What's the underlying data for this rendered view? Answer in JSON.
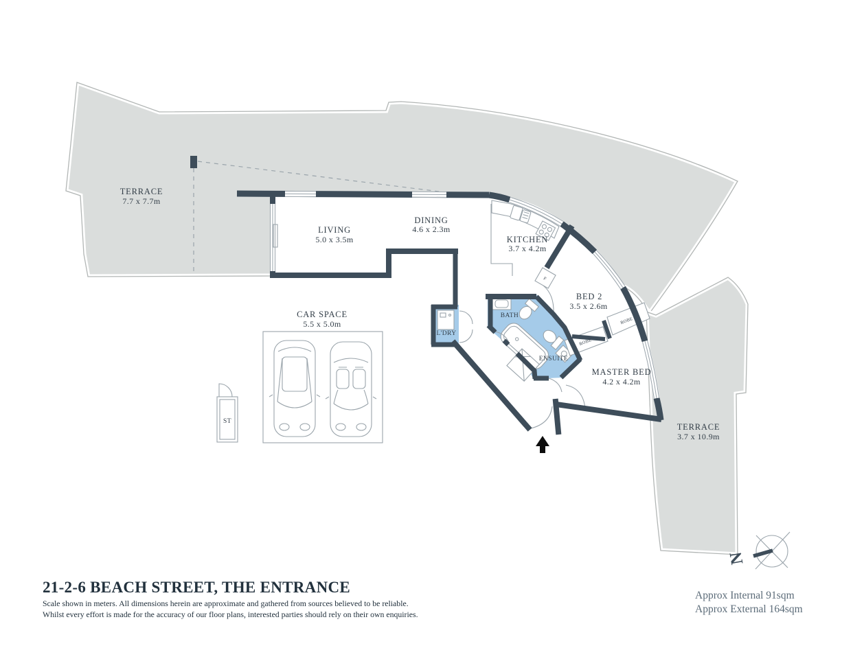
{
  "title": "21-2-6 BEACH STREET, THE ENTRANCE",
  "disclaimer": {
    "line1": "Scale shown in meters. All dimensions herein are approximate and gathered from sources believed to be  reliable.",
    "line2": "Whilst every effort is made for the accuracy of our floor plans, interested parties should rely on their own enquiries."
  },
  "areas": {
    "internal": "Approx Internal 91sqm",
    "external": "Approx External 164sqm"
  },
  "compass": {
    "north_label": "N"
  },
  "rooms": {
    "terrace_top": {
      "label": "TERRACE",
      "dims": "7.7 x 7.7m"
    },
    "living": {
      "label": "LIVING",
      "dims": "5.0 x 3.5m"
    },
    "dining": {
      "label": "DINING",
      "dims": "4.6 x 2.3m"
    },
    "kitchen": {
      "label": "KITCHEN",
      "dims": "3.7 x 4.2m"
    },
    "bed2": {
      "label": "BED 2",
      "dims": "3.5 x 2.6m"
    },
    "master_bed": {
      "label": "MASTER BED",
      "dims": "4.2 x 4.2m"
    },
    "bath": {
      "label": "BATH"
    },
    "ensuite": {
      "label": "ENSUITE"
    },
    "laundry": {
      "label": "L'DRY"
    },
    "car_space": {
      "label": "CAR SPACE",
      "dims": "5.5 x 5.0m"
    },
    "storage": {
      "label": "ST"
    },
    "terrace_right": {
      "label": "TERRACE",
      "dims": "3.7 x 10.9m"
    },
    "robe1": {
      "label": "ROBE"
    },
    "robe2": {
      "label": "ROBE"
    },
    "fridge": {
      "label": "F"
    }
  },
  "colors": {
    "wall": "#3e4d5a",
    "wet_area": "#a5cbe9",
    "terrace_fill": "#dadddc",
    "terrace_edge": "#b2b6b5",
    "fixture_line": "#9aa4ab",
    "label_text": "#333e48",
    "title_text": "#22313d",
    "areas_text": "#5b6b78"
  }
}
